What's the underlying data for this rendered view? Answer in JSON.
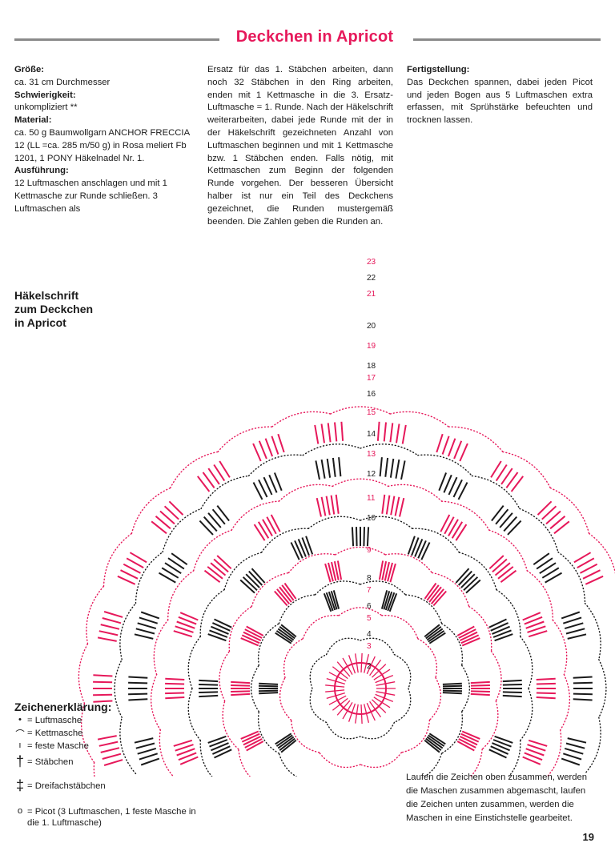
{
  "title": "Deckchen in Apricot",
  "col1": {
    "size_head": "Größe:",
    "size_text": "ca. 31 cm Durchmesser",
    "diff_head": "Schwierigkeit:",
    "diff_text": "unkompliziert **",
    "mat_head": "Material:",
    "mat_text": "ca. 50 g Baumwollgarn ANCHOR FRECCIA 12 (LL =ca. 285 m/50 g) in Rosa meliert Fb 1201, 1 PONY Häkelnadel Nr. 1.",
    "exec_head": "Ausführung:",
    "exec_text": "12 Luftmaschen anschlagen und mit 1 Kettmasche zur Runde schließen. 3 Luftmaschen als"
  },
  "col2": {
    "text": "Ersatz für das 1. Stäbchen arbeiten, dann noch 32 Stäbchen in den Ring arbeiten, enden mit 1 Kettmasche in die 3. Ersatz-Luftmasche = 1. Runde. Nach der Häkelschrift weiterarbeiten, dabei jede Runde mit der in der Häkelschrift gezeichneten Anzahl von Luftmaschen beginnen und mit 1 Kettmasche bzw. 1 Stäbchen enden. Falls nötig, mit Kettmaschen zum Beginn der folgenden Runde vorgehen. Der besseren Übersicht halber ist nur ein Teil des Deckchens gezeichnet, die Runden mustergemäß beenden. Die Zahlen geben die Runden an."
  },
  "col3": {
    "head": "Fertigstellung:",
    "text": "Das Deckchen spannen, dabei jeden Picot und jeden Bogen aus 5 Luftmaschen extra erfassen, mit Sprühstärke befeuchten und trocknen lassen."
  },
  "diagram": {
    "title_line1": "Häkelschrift",
    "title_line2": "zum Deckchen",
    "title_line3": "in Apricot",
    "round_numbers": [
      "2",
      "3",
      "4",
      "5",
      "6",
      "7",
      "8",
      "9",
      "10",
      "11",
      "12",
      "13",
      "14",
      "15",
      "16",
      "17",
      "18",
      "19",
      "20",
      "21",
      "22",
      "23"
    ],
    "colors": {
      "pink": "#e6185a",
      "black": "#1a1a1a"
    }
  },
  "legend": {
    "title": "Zeichenerklärung:",
    "items": [
      {
        "icon": "dot-icon",
        "symbol": "•",
        "text": "= Luftmasche"
      },
      {
        "icon": "arc-icon",
        "symbol": "⌒",
        "text": "= Kettmasche"
      },
      {
        "icon": "bar-icon",
        "symbol": "ı",
        "text": "= feste Masche"
      },
      {
        "icon": "dagger-icon",
        "symbol": "†",
        "text": "= Stäbchen"
      },
      {
        "icon": "triple-dagger-icon",
        "symbol": "‡",
        "text": "= Dreifachstäbchen"
      },
      {
        "icon": "circle-icon",
        "symbol": "o",
        "text": "= Picot (3 Luftmaschen, 1 feste Masche in die 1. Luftmasche)"
      }
    ]
  },
  "note": "Laufen die Zeichen oben zusammen, werden die Maschen zusammen abgemascht, laufen die Zeichen unten zusammen, werden die Maschen in eine Einstichstelle gearbeitet.",
  "page_number": "19"
}
